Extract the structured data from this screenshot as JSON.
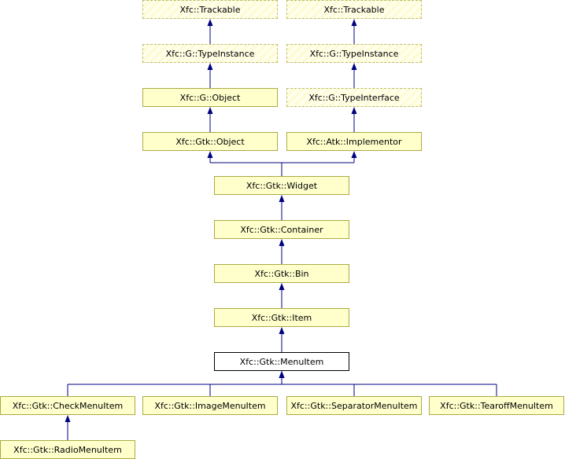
{
  "colors": {
    "node_fill": "#ffffcc",
    "node_border": "#aaaa44",
    "current_border": "#000000",
    "edge": "#000080"
  },
  "nodes": [
    {
      "id": "trackable1",
      "label": "Xfc::Trackable",
      "kind": "undocumented"
    },
    {
      "id": "trackable2",
      "label": "Xfc::Trackable",
      "kind": "undocumented"
    },
    {
      "id": "typeinstance1",
      "label": "Xfc::G::TypeInstance",
      "kind": "undocumented"
    },
    {
      "id": "typeinstance2",
      "label": "Xfc::G::TypeInstance",
      "kind": "undocumented"
    },
    {
      "id": "gobject",
      "label": "Xfc::G::Object",
      "kind": "class"
    },
    {
      "id": "typeinterface",
      "label": "Xfc::G::TypeInterface",
      "kind": "undocumented"
    },
    {
      "id": "gtkobject",
      "label": "Xfc::Gtk::Object",
      "kind": "class"
    },
    {
      "id": "implementor",
      "label": "Xfc::Atk::Implementor",
      "kind": "class"
    },
    {
      "id": "widget",
      "label": "Xfc::Gtk::Widget",
      "kind": "class"
    },
    {
      "id": "container",
      "label": "Xfc::Gtk::Container",
      "kind": "class"
    },
    {
      "id": "bin",
      "label": "Xfc::Gtk::Bin",
      "kind": "class"
    },
    {
      "id": "item",
      "label": "Xfc::Gtk::Item",
      "kind": "class"
    },
    {
      "id": "menuitem",
      "label": "Xfc::Gtk::MenuItem",
      "kind": "current"
    },
    {
      "id": "checkmenuitem",
      "label": "Xfc::Gtk::CheckMenuItem",
      "kind": "class"
    },
    {
      "id": "imagemenuitem",
      "label": "Xfc::Gtk::ImageMenuItem",
      "kind": "class"
    },
    {
      "id": "separatormenuitem",
      "label": "Xfc::Gtk::SeparatorMenuItem",
      "kind": "class"
    },
    {
      "id": "tearoffmenuitem",
      "label": "Xfc::Gtk::TearoffMenuItem",
      "kind": "class"
    },
    {
      "id": "radiomenuitem",
      "label": "Xfc::Gtk::RadioMenuItem",
      "kind": "class"
    }
  ],
  "edges": [
    {
      "from": "typeinstance1",
      "to": "trackable1"
    },
    {
      "from": "typeinstance2",
      "to": "trackable2"
    },
    {
      "from": "gobject",
      "to": "typeinstance1"
    },
    {
      "from": "typeinterface",
      "to": "typeinstance2"
    },
    {
      "from": "gtkobject",
      "to": "gobject"
    },
    {
      "from": "implementor",
      "to": "typeinterface"
    },
    {
      "from": "widget",
      "to": "gtkobject"
    },
    {
      "from": "widget",
      "to": "implementor"
    },
    {
      "from": "container",
      "to": "widget"
    },
    {
      "from": "bin",
      "to": "container"
    },
    {
      "from": "item",
      "to": "bin"
    },
    {
      "from": "menuitem",
      "to": "item"
    },
    {
      "from": "checkmenuitem",
      "to": "menuitem"
    },
    {
      "from": "imagemenuitem",
      "to": "menuitem"
    },
    {
      "from": "separatormenuitem",
      "to": "menuitem"
    },
    {
      "from": "tearoffmenuitem",
      "to": "menuitem"
    },
    {
      "from": "radiomenuitem",
      "to": "checkmenuitem"
    }
  ]
}
